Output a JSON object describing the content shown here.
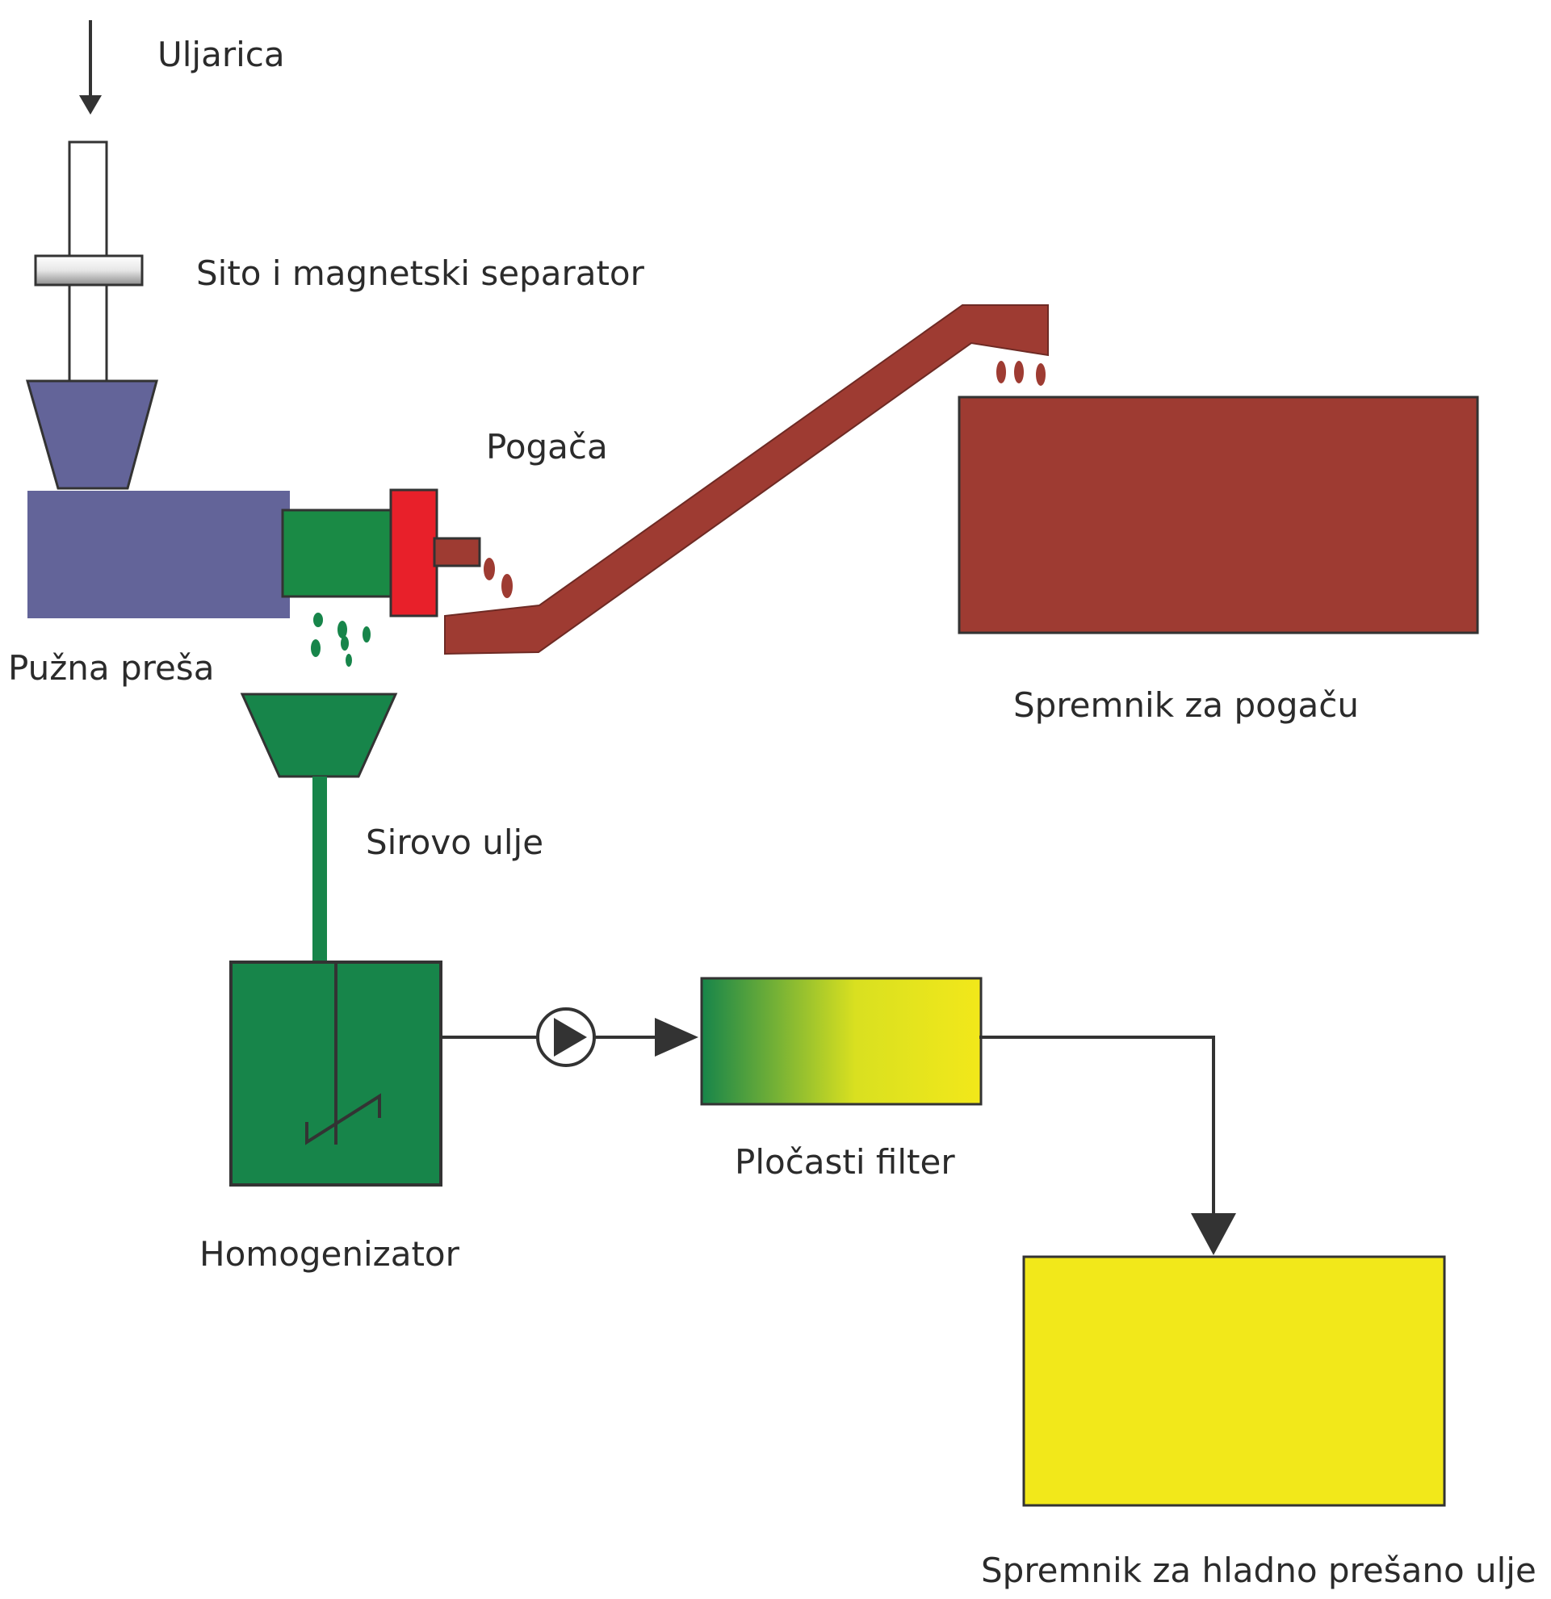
{
  "labels": {
    "uljarica": "Uljarica",
    "sito": "Sito i magnetski separator",
    "pogaca": "Pogača",
    "puzna_presa": "Pužna preša",
    "spremnik_pogaca": "Spremnik za pogaču",
    "sirovo_ulje": "Sirovo ulje",
    "plocasti_filter": "Pločasti filter",
    "homogenizator": "Homogenizator",
    "spremnik_ulje": "Spremnik za hladno prešano ulje"
  },
  "colors": {
    "press_body": "#636499",
    "press_outlet": "#1a8a45",
    "press_head": "#e8202a",
    "cake": "#9e3b32",
    "oil_green": "#17854a",
    "filter_start": "#17854a",
    "filter_end": "#f2e81a",
    "oil_tank": "#f2e81a",
    "line": "#333333"
  }
}
